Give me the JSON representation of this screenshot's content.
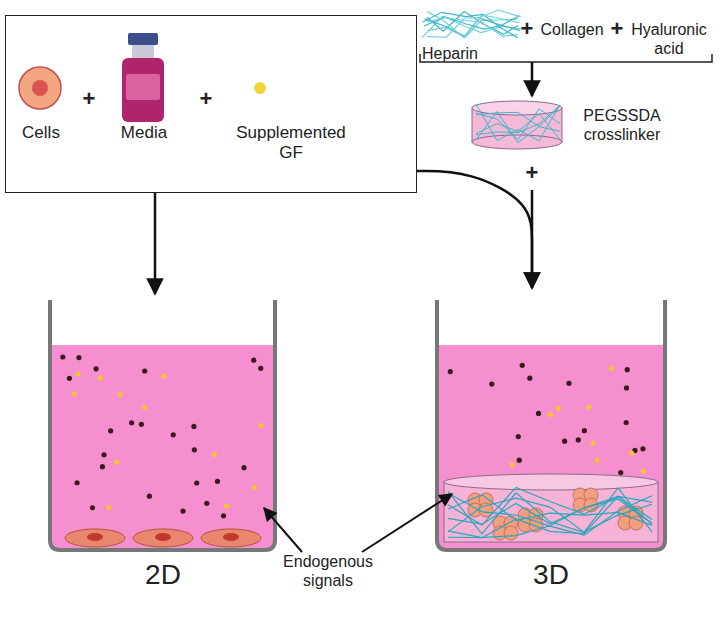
{
  "diagram": {
    "nodes": [
      {
        "text": [
          "Cells",
          "+",
          "Media",
          "+",
          "Supplemented GF"
        ]
      },
      {
        "text": [
          "2D"
        ]
      },
      {
        "text": [
          "3D"
        ]
      }
    ],
    "edges": [
      {
        "from": 0,
        "to": 1,
        "arrow": "to"
      },
      {
        "from": 0,
        "to": 2,
        "arrow": "to"
      }
    ],
    "labels": [
      "Heparin",
      "+",
      "Collagen",
      "+",
      "Hyaluronic acid",
      "PEGSSDA crosslinker",
      "+",
      "Endogenous signals"
    ]
  }
}
